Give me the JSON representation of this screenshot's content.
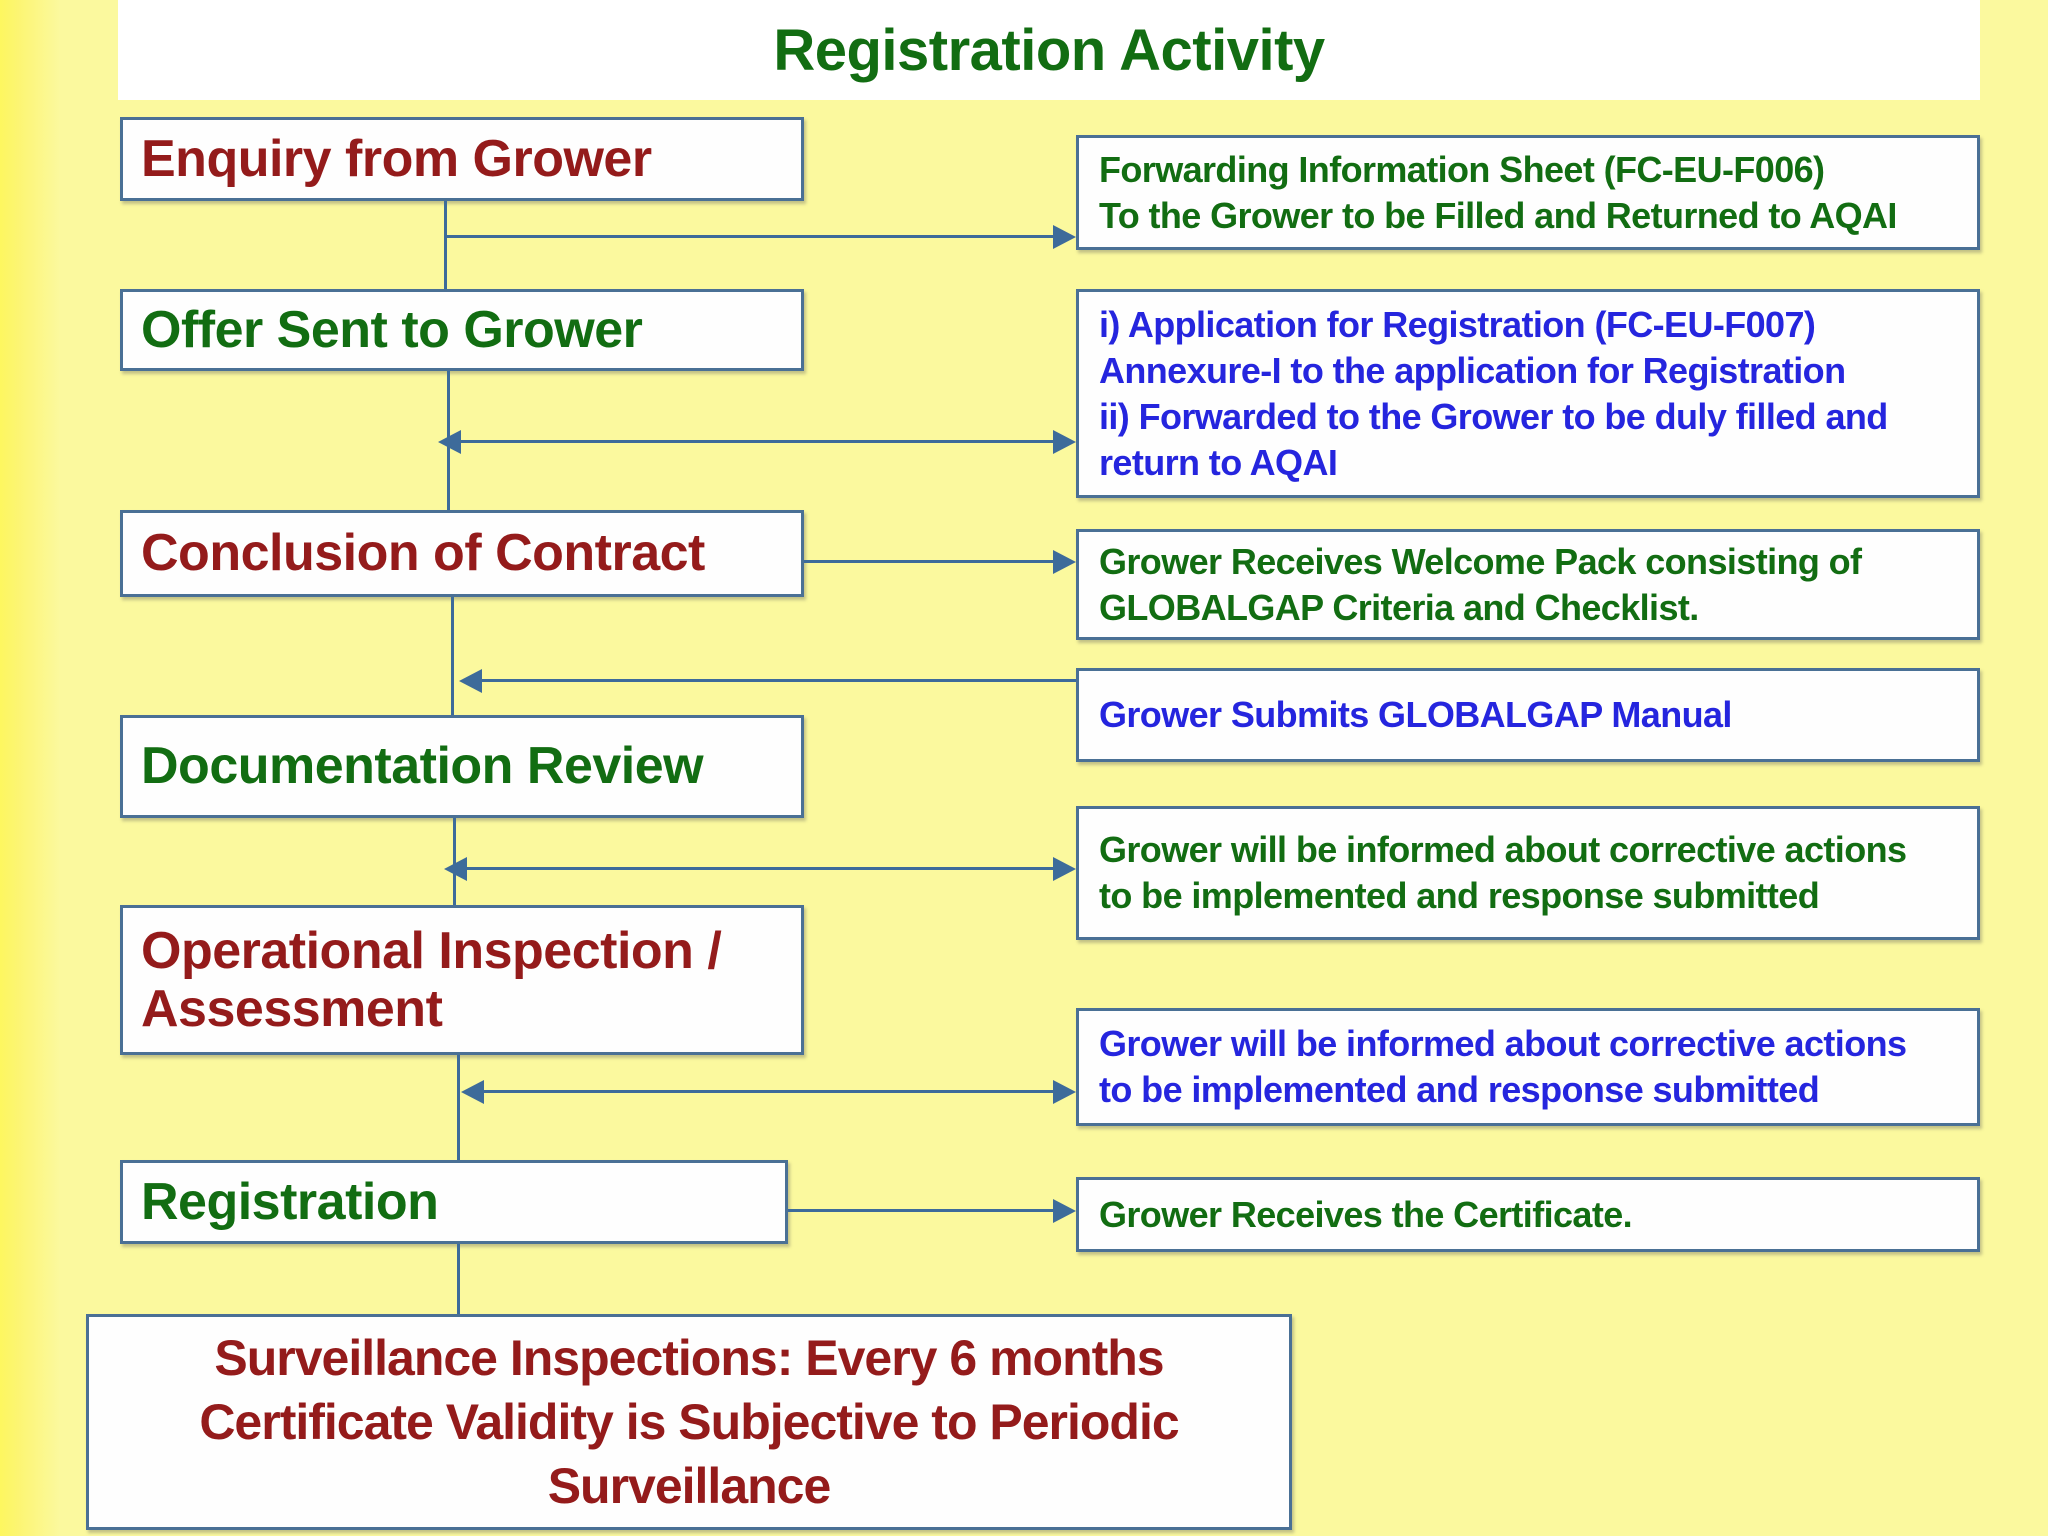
{
  "title": "Registration Activity",
  "colors": {
    "background": "#fbf99e",
    "banner_bg": "#ffffff",
    "box_bg": "#fefefe",
    "box_border": "#4a7095",
    "connector": "#3d6b9a",
    "dark_red": "#941b1b",
    "green": "#126d12",
    "blue": "#2525de"
  },
  "left_steps": [
    {
      "id": "enquiry",
      "color": "red",
      "lines": [
        "Enquiry from Grower"
      ]
    },
    {
      "id": "offer",
      "color": "green",
      "lines": [
        "Offer Sent to Grower"
      ]
    },
    {
      "id": "contract",
      "color": "red",
      "lines": [
        "Conclusion of Contract"
      ]
    },
    {
      "id": "doc-review",
      "color": "green",
      "lines": [
        "Documentation Review"
      ]
    },
    {
      "id": "inspection",
      "color": "red",
      "lines": [
        "Operational Inspection /",
        "Assessment"
      ]
    },
    {
      "id": "registration",
      "color": "green",
      "lines": [
        "Registration"
      ]
    }
  ],
  "right_notes": [
    {
      "color": "green",
      "lines": [
        "Forwarding Information Sheet (FC-EU-F006)",
        "To the Grower to be Filled and Returned to AQAI"
      ]
    },
    {
      "color": "blue",
      "lines": [
        "i) Application for Registration (FC-EU-F007)",
        "Annexure-I to the application for Registration",
        "ii) Forwarded to the Grower to be duly filled and",
        "return to AQAI"
      ]
    },
    {
      "color": "green",
      "lines": [
        "Grower Receives Welcome Pack consisting of",
        "GLOBALGAP Criteria and Checklist."
      ]
    },
    {
      "color": "blue",
      "lines": [
        "Grower Submits GLOBALGAP Manual"
      ]
    },
    {
      "color": "green",
      "lines": [
        "Grower will be informed about corrective actions",
        "to be implemented and response submitted"
      ]
    },
    {
      "color": "blue",
      "lines": [
        "Grower will be informed about corrective actions",
        "to be implemented and response submitted"
      ]
    },
    {
      "color": "green",
      "lines": [
        "Grower Receives the Certificate."
      ]
    }
  ],
  "footer": {
    "color": "red",
    "lines": [
      "Surveillance Inspections: Every 6 months",
      "Certificate Validity is Subjective to Periodic",
      "Surveillance"
    ]
  }
}
